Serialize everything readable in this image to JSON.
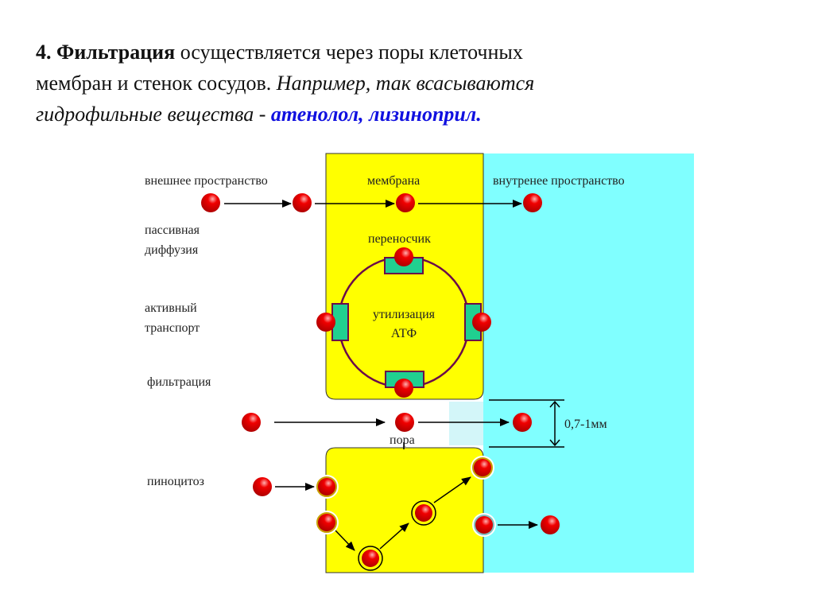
{
  "title": {
    "l1_bold": "4. Фильтрация",
    "l1_rest": " осуществляется через поры клеточных",
    "l2_normal": "мембран и стенок сосудов. ",
    "l2_italic": "Например, так всасываются",
    "l3_italic": "гидрофильные вещества - ",
    "l3_drugs": "атенолол, лизиноприл."
  },
  "diagram": {
    "outer_space": "внешнее пространство",
    "membrane": "мембрана",
    "inner_space": "внутренее пространство",
    "passive1": "пассивная",
    "passive2": "диффузия",
    "carrier": "переносчик",
    "active1": "активный",
    "active2": "транспорт",
    "atp1": "утилизация",
    "atp2": "АТФ",
    "filtration": "фильтрация",
    "pore": "пора",
    "pore_size": "0,7-1мм",
    "pinocytosis": "пиноцитоз",
    "colors": {
      "membrane": "#ffff00",
      "inner": "#80ffff",
      "molecule": "#e80000",
      "carrier": "#20d090",
      "ring": "#6a0a4a"
    }
  }
}
